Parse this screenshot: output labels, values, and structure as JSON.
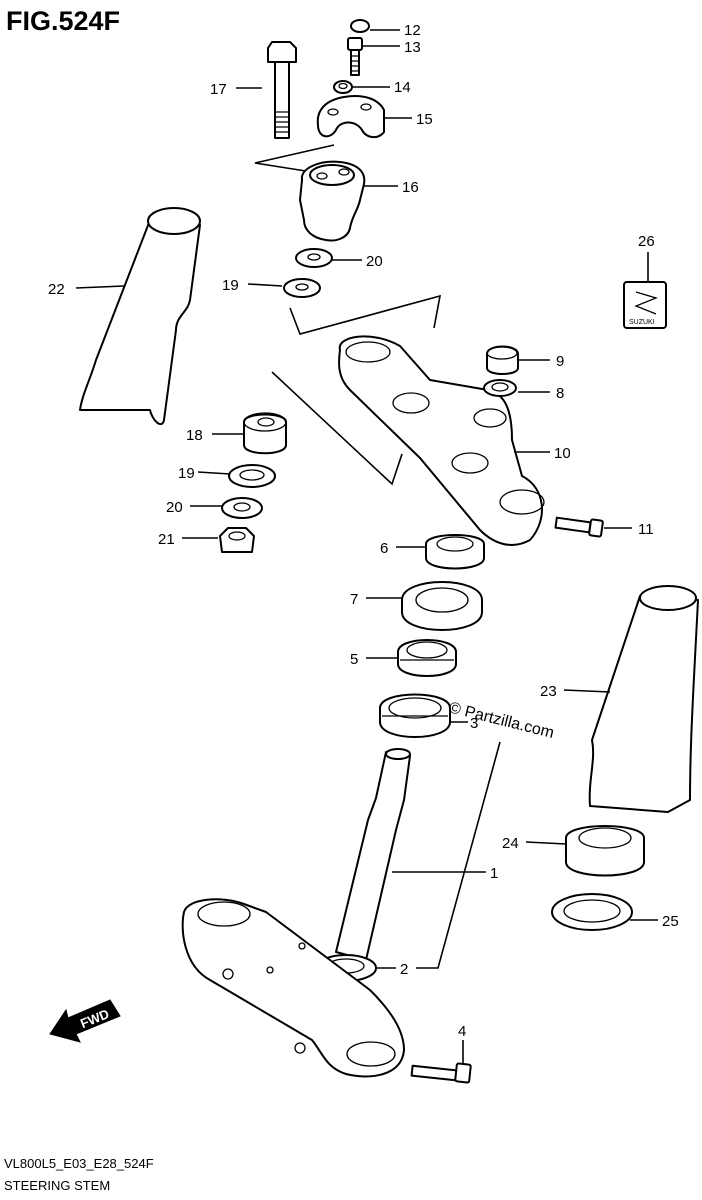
{
  "figure": {
    "title": "FIG.524F",
    "model_code": "VL800L5_E03_E28_524F",
    "section_name": "STEERING STEM",
    "watermark": "© Partzilla.com",
    "fwd_label": "FWD",
    "logo_text": "SUZUKI"
  },
  "callouts": [
    {
      "id": "1",
      "label": "1"
    },
    {
      "id": "2",
      "label": "2"
    },
    {
      "id": "3",
      "label": "3"
    },
    {
      "id": "4",
      "label": "4"
    },
    {
      "id": "5",
      "label": "5"
    },
    {
      "id": "6",
      "label": "6"
    },
    {
      "id": "7",
      "label": "7"
    },
    {
      "id": "8",
      "label": "8"
    },
    {
      "id": "9",
      "label": "9"
    },
    {
      "id": "10",
      "label": "10"
    },
    {
      "id": "11",
      "label": "11"
    },
    {
      "id": "12",
      "label": "12"
    },
    {
      "id": "13",
      "label": "13"
    },
    {
      "id": "14",
      "label": "14"
    },
    {
      "id": "15",
      "label": "15"
    },
    {
      "id": "16",
      "label": "16"
    },
    {
      "id": "17",
      "label": "17"
    },
    {
      "id": "18",
      "label": "18"
    },
    {
      "id": "19a",
      "label": "19"
    },
    {
      "id": "19b",
      "label": "19"
    },
    {
      "id": "20a",
      "label": "20"
    },
    {
      "id": "20b",
      "label": "20"
    },
    {
      "id": "21",
      "label": "21"
    },
    {
      "id": "22",
      "label": "22"
    },
    {
      "id": "23",
      "label": "23"
    },
    {
      "id": "24",
      "label": "24"
    },
    {
      "id": "25",
      "label": "25"
    },
    {
      "id": "26",
      "label": "26"
    }
  ]
}
